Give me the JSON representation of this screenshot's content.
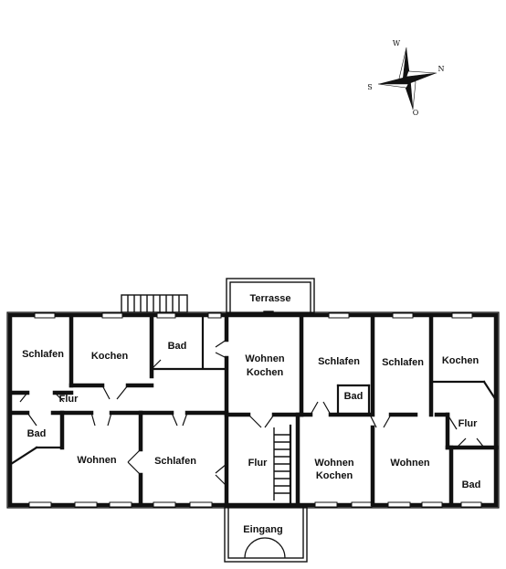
{
  "compass": {
    "north": "N",
    "south": "S",
    "west": "W",
    "east": "O",
    "icon": "compass-rose-icon"
  },
  "rooms": {
    "schlafen_nw": "Schlafen",
    "kochen_nw": "Kochen",
    "bad_n": "Bad",
    "flur_w": "Flur",
    "bad_w": "Bad",
    "wohnen_w": "Wohnen",
    "schlafen_s": "Schlafen",
    "terrasse": "Terrasse",
    "wohnen_kochen_n": [
      "Wohnen",
      "Kochen"
    ],
    "flur_center": "Flur",
    "eingang": "Eingang",
    "schlafen_ne1": "Schlafen",
    "bad_ne": "Bad",
    "schlafen_ne2": "Schlafen",
    "kochen_e": "Kochen",
    "flur_e": "Flur",
    "wohnen_kochen_s": [
      "Wohnen",
      "Kochen"
    ],
    "wohnen_e": "Wohnen",
    "bad_e": "Bad"
  }
}
